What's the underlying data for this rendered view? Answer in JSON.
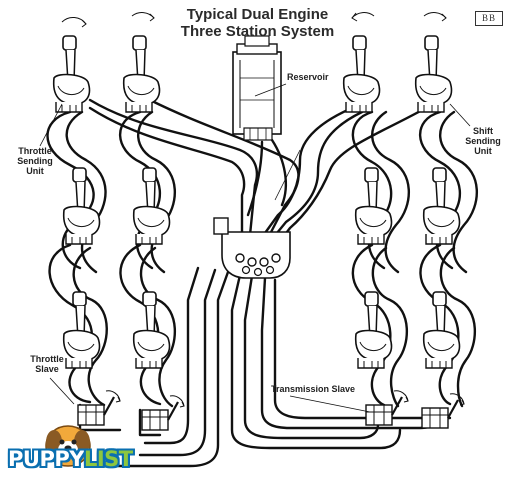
{
  "title_line1": "Typical Dual Engine",
  "title_line2": "Three Station System",
  "badge": "BB",
  "labels": {
    "reservoir": "Reservoir",
    "throttle_sending_1": "Throttle",
    "throttle_sending_2": "Sending",
    "throttle_sending_3": "Unit",
    "shift_sending_1": "Shift",
    "shift_sending_2": "Sending",
    "shift_sending_3": "Unit",
    "throttle_slave_1": "Throttle",
    "throttle_slave_2": "Slave",
    "transmission_slave": "Transmission Slave"
  },
  "watermark": {
    "part1": "PUPPY",
    "part2": "LIST"
  }
}
